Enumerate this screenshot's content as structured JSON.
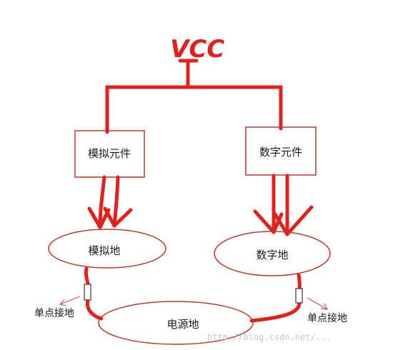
{
  "diagram": {
    "title": "VCC",
    "analog_component": "模拟元件",
    "digital_component": "数字元件",
    "analog_ground": "模拟地",
    "digital_ground": "数字地",
    "power_ground": "电源地",
    "single_point_left": "单点接地",
    "single_point_right": "单点接地",
    "watermark": "http://blog.csdn.net/..."
  },
  "colors": {
    "wire": "#e3211c",
    "outline": "#c0392b",
    "annotation_arrow": "#e05050",
    "text": "#1a1a1a",
    "background": "#ffffff"
  }
}
